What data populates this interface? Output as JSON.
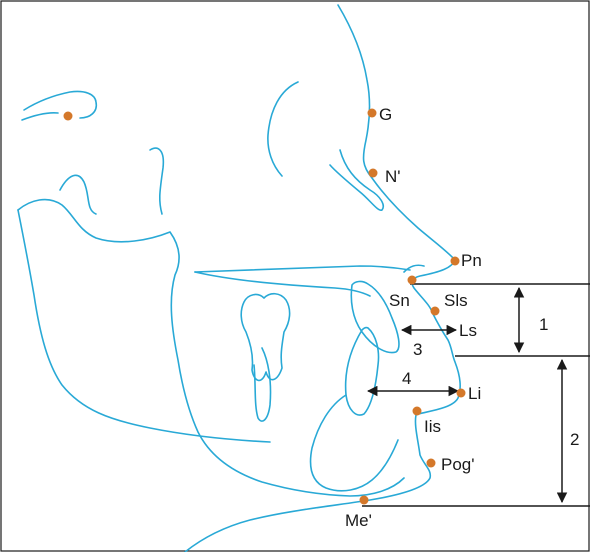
{
  "colors": {
    "trace": "#29a9d6",
    "landmark": "#d4782a",
    "measure": "#1a1a1a",
    "frame": "#1a1a1a"
  },
  "landmarks": {
    "g": "G",
    "n_prime": "N'",
    "pn": "Pn",
    "sn": "Sn",
    "sls": "Sls",
    "ls": "Ls",
    "li": "Li",
    "iis": "Iis",
    "pog_prime": "Pog'",
    "me_prime": "Me'"
  },
  "measurements": [
    "1",
    "2",
    "3",
    "4"
  ]
}
